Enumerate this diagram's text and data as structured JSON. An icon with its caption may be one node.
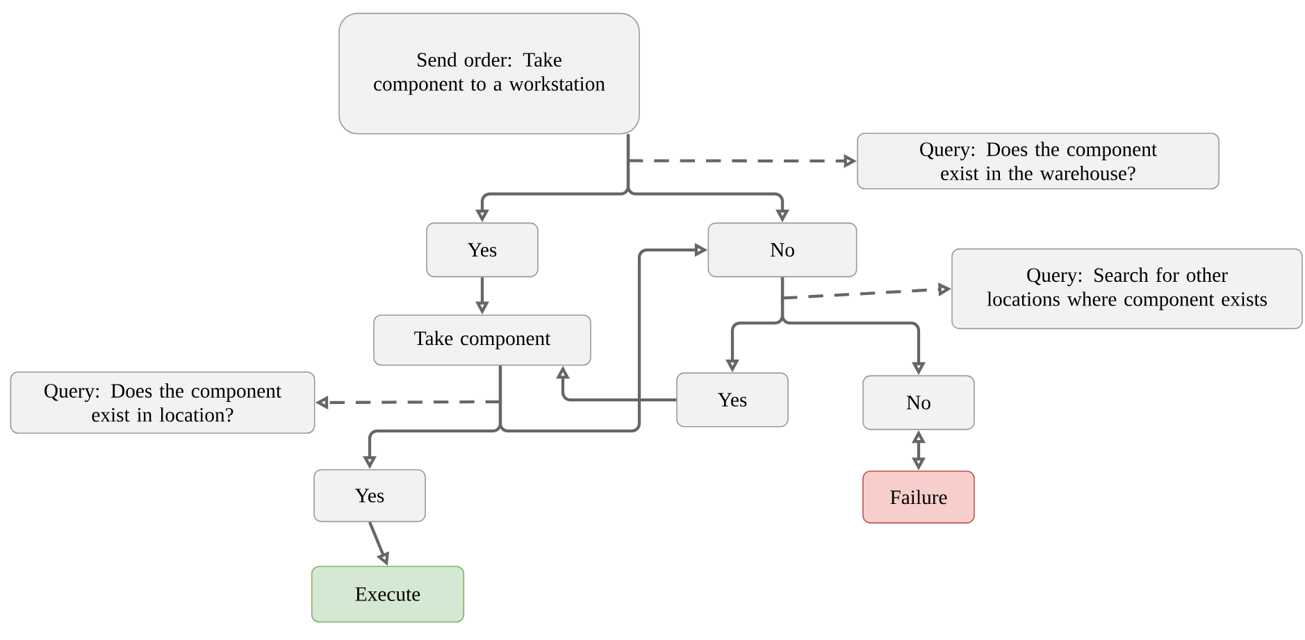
{
  "diagram": {
    "nodes": [
      {
        "text": [
          "Send order: Take component to a workstation"
        ]
      },
      {
        "text": [
          "Query: Does the component exist in the warehouse?"
        ]
      },
      {
        "text": [
          "Yes"
        ]
      },
      {
        "text": [
          "No"
        ]
      },
      {
        "text": [
          "Query: Search for other locations where component exists"
        ]
      },
      {
        "text": [
          "Take component"
        ]
      },
      {
        "text": [
          "Query: Does the component exist in location?"
        ]
      },
      {
        "text": [
          "Yes"
        ]
      },
      {
        "text": [
          "No"
        ]
      },
      {
        "text": [
          "Yes"
        ]
      },
      {
        "text": [
          "Failure"
        ]
      },
      {
        "text": [
          "Execute"
        ]
      }
    ],
    "edges": [
      {
        "from": 0,
        "to": 2,
        "arrow": "to"
      },
      {
        "from": 0,
        "to": 3,
        "arrow": "to"
      },
      {
        "from": 0,
        "to": 1,
        "arrow": "to",
        "style": "dashed"
      },
      {
        "from": 2,
        "to": 5,
        "arrow": "to"
      },
      {
        "from": 3,
        "to": 7,
        "arrow": "to"
      },
      {
        "from": 3,
        "to": 8,
        "arrow": "to"
      },
      {
        "from": 3,
        "to": 4,
        "arrow": "to",
        "style": "dashed"
      },
      {
        "from": 7,
        "to": 5,
        "arrow": "to"
      },
      {
        "from": 5,
        "to": 6,
        "arrow": "to",
        "style": "dashed"
      },
      {
        "from": 5,
        "to": 9,
        "arrow": "to"
      },
      {
        "from": 5,
        "to": 3,
        "arrow": "to"
      },
      {
        "from": 8,
        "to": 10,
        "arrow": "both"
      },
      {
        "from": 9,
        "to": 11,
        "arrow": "to"
      }
    ]
  }
}
